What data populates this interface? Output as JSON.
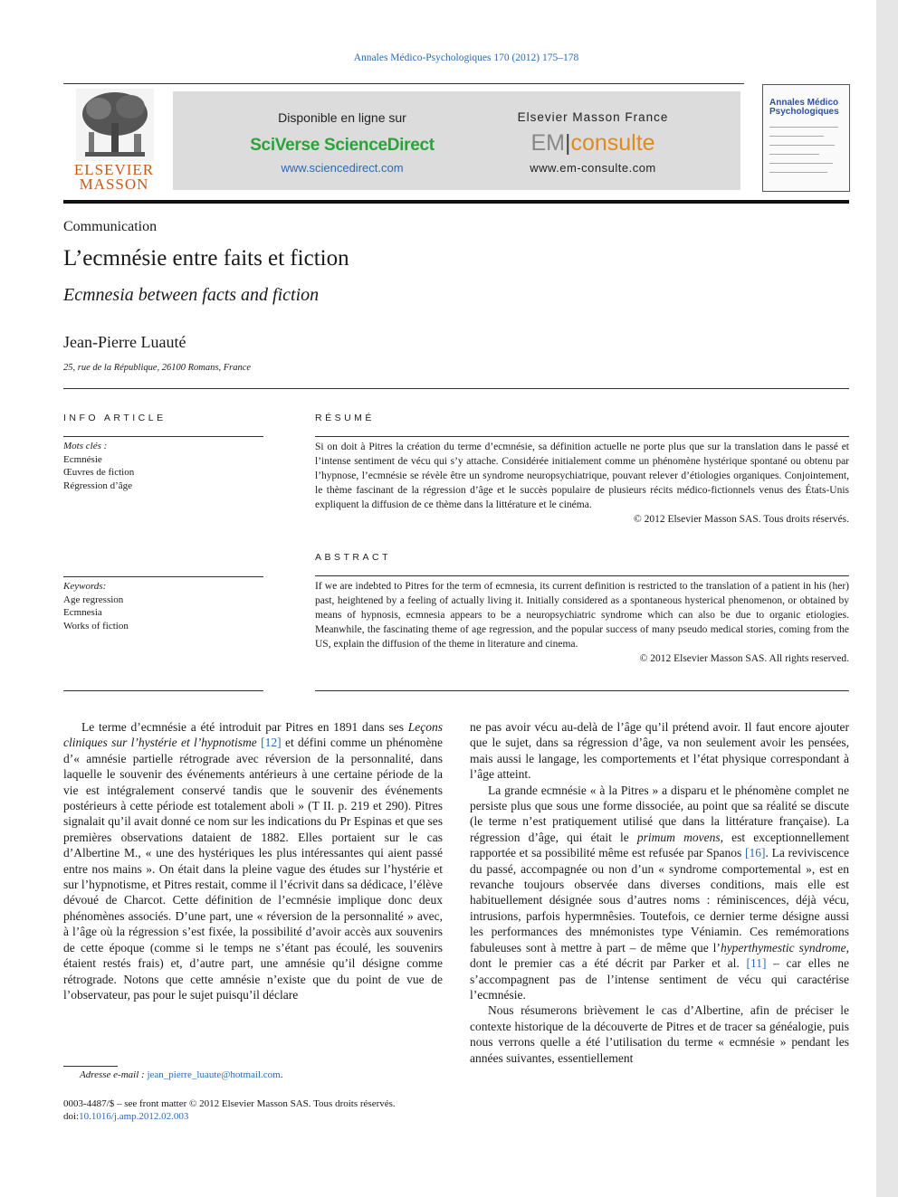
{
  "journal_ref": "Annales Médico-Psychologiques 170 (2012) 175–178",
  "publisher_logo": {
    "text_line1": "ELSEVIER",
    "text_line2": "MASSON",
    "icon": "elsevier-tree-icon"
  },
  "banner": {
    "available_online": "Disponible en ligne sur",
    "sciverse": "SciVerse ScienceDirect",
    "sciencedirect_url": "www.sciencedirect.com",
    "elsevier_france": "Elsevier Masson France",
    "em_left": "EM",
    "em_right": "consulte",
    "emconsulte_url": "www.em-consulte.com"
  },
  "cover": {
    "title_line1": "Annales Médico",
    "title_line2": "Psychologiques"
  },
  "article": {
    "section": "Communication",
    "title_fr": "L’ecmnésie entre faits et fiction",
    "title_en": "Ecmnesia between facts and fiction",
    "author": "Jean-Pierre Luauté",
    "address": "25, rue de la République, 26100 Romans, France"
  },
  "info": {
    "heading": "INFO ARTICLE",
    "mots_cles_label": "Mots clés :",
    "mots_cles": [
      "Ecmnésie",
      "Œuvres de fiction",
      "Régression d’âge"
    ],
    "keywords_label": "Keywords:",
    "keywords": [
      "Age regression",
      "Ecmnesia",
      "Works of fiction"
    ]
  },
  "resume": {
    "heading": "RÉSUMÉ",
    "text": "Si on doit à Pitres la création du terme d’ecmnésie, sa définition actuelle ne porte plus que sur la translation dans le passé et l’intense sentiment de vécu qui s’y attache. Considérée initialement comme un phénomène hystérique spontané ou obtenu par l’hypnose, l’ecmnésie se révèle être un syndrome neuropsychiatrique, pouvant relever d’étiologies organiques. Conjointement, le thème fascinant de la régression d’âge et le succès populaire de plusieurs récits médico-fictionnels venus des États-Unis expliquent la diffusion de ce thème dans la littérature et le cinéma.",
    "copyright": "© 2012 Elsevier Masson SAS. Tous droits réservés."
  },
  "abstract": {
    "heading": "ABSTRACT",
    "text": "If we are indebted to Pitres for the term of ecmnesia, its current definition is restricted to the translation of a patient in his (her) past, heightened by a feeling of actually living it. Initially considered as a spontaneous hysterical phenomenon, or obtained by means of hypnosis, ecmnesia appears to be a neuropsychiatric syndrome which can also be due to organic etiologies. Meanwhile, the fascinating theme of age regression, and the popular success of many pseudo medical stories, coming from the US, explain the diffusion of the theme in literature and cinema.",
    "copyright": "© 2012 Elsevier Masson SAS. All rights reserved."
  },
  "body": {
    "left_p1_a": "Le terme d’ecmnésie a été introduit par Pitres en 1891 dans ses ",
    "left_p1_it": "Leçons cliniques sur l’hystérie et l’hypnotisme",
    "left_p1_ref": "[12]",
    "left_p1_b": " et défini comme un phénomène d’« amnésie partielle rétrograde avec réversion de la personnalité, dans laquelle le souvenir des événements antérieurs à une certaine période de la vie est intégralement conservé tandis que le souvenir des événements postérieurs à cette période est totalement aboli » (T II. p. 219 et 290). Pitres signalait qu’il avait donné ce nom sur les indications du Pr Espinas et que ses premières observations dataient de 1882. Elles portaient sur le cas d’Albertine M., « une des hystériques les plus intéressantes qui aient passé entre nos mains ». On était dans la pleine vague des études sur l’hystérie et sur l’hypnotisme, et Pitres restait, comme il l’écrivit dans sa dédicace, l’élève dévoué de Charcot. Cette définition de l’ecmnésie implique donc deux phénomènes associés. D’une part, une « réversion de la personnalité » avec, à l’âge où la régression s’est fixée, la possibilité d’avoir accès aux souvenirs de cette époque (comme si le temps ne s’étant pas écoulé, les souvenirs étaient restés frais) et, d’autre part, une amnésie qu’il désigne comme rétrograde. Notons que cette amnésie n’existe que du point de vue de l’observateur, pas pour le sujet puisqu’il déclare",
    "right_p0": "ne pas avoir vécu au-delà de l’âge qu’il prétend avoir. Il faut encore ajouter que le sujet, dans sa régression d’âge, va non seulement avoir les pensées, mais aussi le langage, les comportements et l’état physique correspondant à l’âge atteint.",
    "right_p1_a": "La grande ecmnésie « à la Pitres » a disparu et le phénomène complet ne persiste plus que sous une forme dissociée, au point que sa réalité se discute (le terme n’est pratiquement utilisé que dans la littérature française). La régression d’âge, qui était le ",
    "right_p1_it": "primum movens",
    "right_p1_b": ", est exceptionnellement rapportée et sa possibilité même est refusée par Spanos ",
    "right_p1_ref": "[16]",
    "right_p1_c": ". La reviviscence du passé, accompagnée ou non d’un « syndrome comportemental », est en revanche toujours observée dans diverses conditions, mais elle est habituellement désignée sous d’autres noms : réminiscences, déjà vécu, intrusions, parfois hypermnêsies. Toutefois, ce dernier terme désigne aussi les performances des mnémonistes type Véniamin. Ces remémorations fabuleuses sont à mettre à part – de même que l’",
    "right_p1_it2": "hyperthymestic syndrome",
    "right_p1_d": ", dont le premier cas a été décrit par Parker et al. ",
    "right_p1_ref2": "[11]",
    "right_p1_e": " – car elles ne s’accompagnent pas de l’intense sentiment de vécu qui caractérise l’ecmnésie.",
    "right_p2": "Nous résumerons brièvement le cas d’Albertine, afin de préciser le contexte historique de la découverte de Pitres et de tracer sa généalogie, puis nous verrons quelle a été l’utilisation du terme « ecmnésie » pendant les années suivantes, essentiellement"
  },
  "footnote": {
    "label": "Adresse e-mail :",
    "email": "jean_pierre_luaute@hotmail.com",
    "end": "."
  },
  "issn_line": "0003-4487/$ – see front matter © 2012 Elsevier Masson SAS. Tous droits réservés.",
  "doi": {
    "prefix": "doi:",
    "value": "10.1016/j.amp.2012.02.003"
  }
}
